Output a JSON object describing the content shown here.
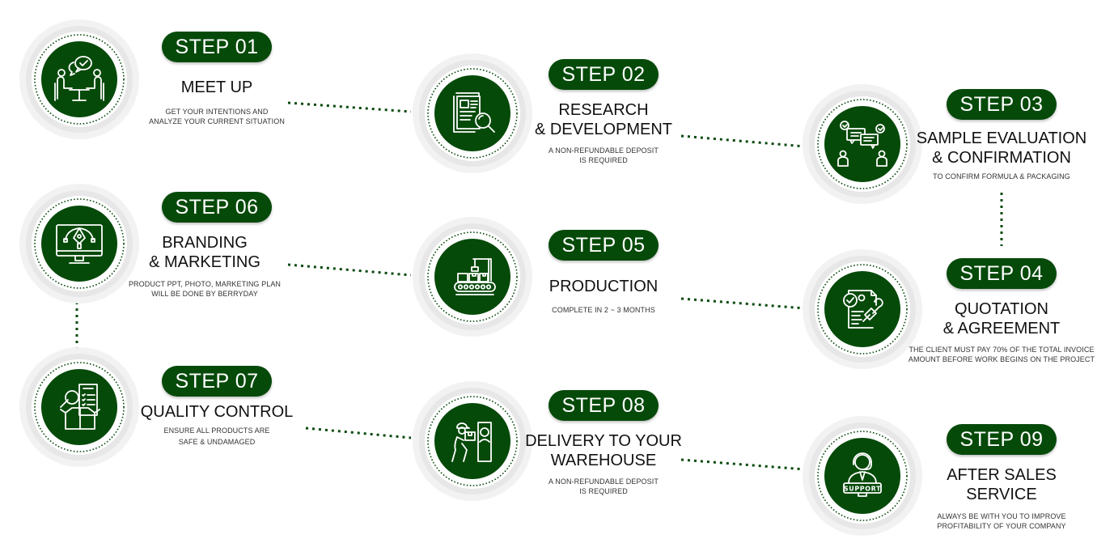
{
  "colors": {
    "accent": "#064a0a",
    "ring_outer": "#f1f1f1",
    "ring_mid": "#e6e6e6",
    "dots": "#0b4a0f"
  },
  "steps": [
    {
      "badge": "STEP 01",
      "title_lines": [
        "MEET UP"
      ],
      "desc_lines": [
        "GET YOUR INTENTIONS AND",
        "ANALYZE YOUR CURRENT SITUATION"
      ],
      "icon": "meeting-icon"
    },
    {
      "badge": "STEP 02",
      "title_lines": [
        "RESEARCH",
        "& DEVELOPMENT"
      ],
      "desc_lines": [
        "A NON-REFUNDABLE DEPOSIT",
        "IS REQUIRED"
      ],
      "icon": "document-search-icon"
    },
    {
      "badge": "STEP 03",
      "title_lines": [
        "SAMPLE EVALUATION",
        "& CONFIRMATION"
      ],
      "desc_lines": [
        "TO CONFIRM FORMULA & PACKAGING"
      ],
      "icon": "discussion-approval-icon"
    },
    {
      "badge": "STEP 04",
      "title_lines": [
        "QUOTATION",
        "& AGREEMENT"
      ],
      "desc_lines": [
        "THE CLIENT MUST PAY 70% OF THE TOTAL INVOICE",
        "AMOUNT BEFORE WORK BEGINS ON THE PROJECT"
      ],
      "icon": "contract-stamp-icon"
    },
    {
      "badge": "STEP 05",
      "title_lines": [
        "PRODUCTION"
      ],
      "desc_lines": [
        "COMPLETE IN 2 ~ 3 MONTHS"
      ],
      "icon": "conveyor-belt-icon"
    },
    {
      "badge": "STEP 06",
      "title_lines": [
        "BRANDING",
        "& MARKETING"
      ],
      "desc_lines": [
        "PRODUCT PPT, PHOTO, MARKETING PLAN",
        "WILL BE DONE BY BERRYDAY"
      ],
      "icon": "design-monitor-icon"
    },
    {
      "badge": "STEP 07",
      "title_lines": [
        "QUALITY CONTROL"
      ],
      "desc_lines": [
        "ENSURE ALL PRODUCTS ARE",
        "SAFE & UNDAMAGED"
      ],
      "icon": "inspection-box-icon"
    },
    {
      "badge": "STEP 08",
      "title_lines": [
        "DELIVERY TO YOUR",
        "WAREHOUSE"
      ],
      "desc_lines": [
        "A NON-REFUNDABLE DEPOSIT",
        "IS REQUIRED"
      ],
      "icon": "delivery-person-icon"
    },
    {
      "badge": "STEP 09",
      "title_lines": [
        "AFTER SALES",
        "SERVICE"
      ],
      "desc_lines": [
        "ALWAYS BE WITH YOU TO IMPROVE",
        "PROFITABILITY OF YOUR COMPANY"
      ],
      "icon": "support-agent-icon"
    }
  ],
  "support_label": "SUPPORT"
}
